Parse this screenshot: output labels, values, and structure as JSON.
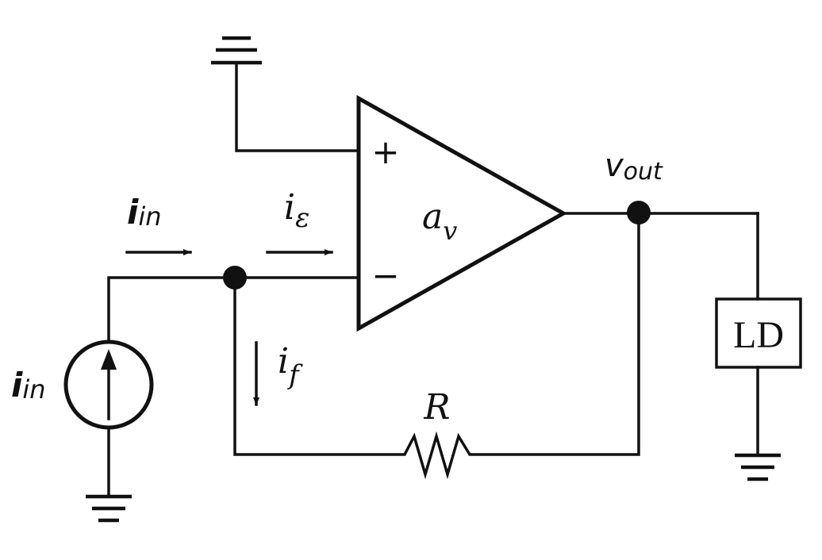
{
  "labels": {
    "iin_arrow": {
      "main": "i",
      "sub": "in"
    },
    "ie_arrow": {
      "main": "i",
      "sub": "ε"
    },
    "if_arrow": {
      "main": "i",
      "sub": "f"
    },
    "source": {
      "main": "i",
      "sub": "in"
    },
    "vout": {
      "main": "v",
      "sub": "out"
    },
    "opamp_gain": {
      "main": "a",
      "sub": "v"
    },
    "plus_sign": "+",
    "minus_sign": "−",
    "resistor": "R",
    "load": "LD"
  }
}
